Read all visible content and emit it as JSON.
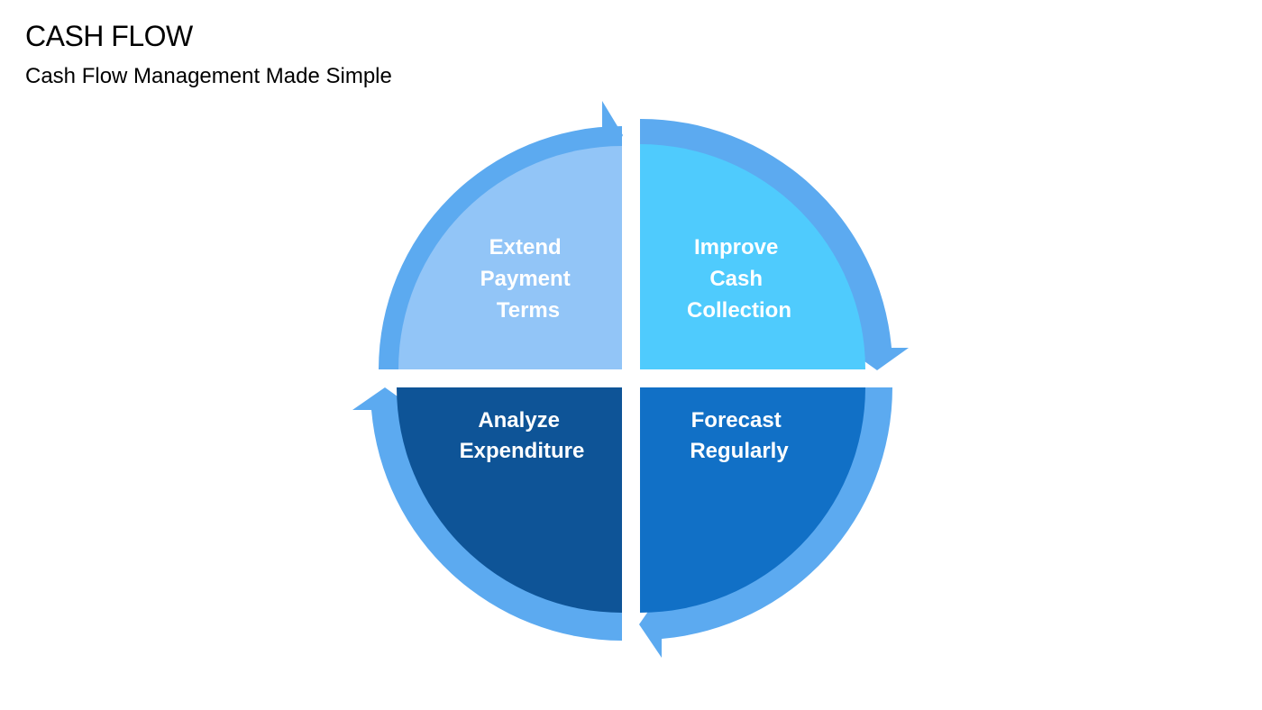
{
  "slide": {
    "title": "CASH FLOW",
    "subtitle": "Cash Flow Management Made Simple"
  },
  "cycle": {
    "quadrants": [
      {
        "id": "top-left",
        "lines": [
          "Extend",
          "Payment",
          "Terms"
        ],
        "fill": "#92C5F7"
      },
      {
        "id": "top-right",
        "lines": [
          "Improve",
          "Cash",
          "Collection"
        ],
        "fill": "#4FCBFD"
      },
      {
        "id": "bottom-right",
        "lines": [
          "Forecast",
          "Regularly"
        ],
        "fill": "#1170C6"
      },
      {
        "id": "bottom-left",
        "lines": [
          "Analyze",
          "Expenditure"
        ],
        "fill": "#0E5497"
      }
    ],
    "arrow_color": "#5CAAF0",
    "background": "#FFFFFF"
  }
}
